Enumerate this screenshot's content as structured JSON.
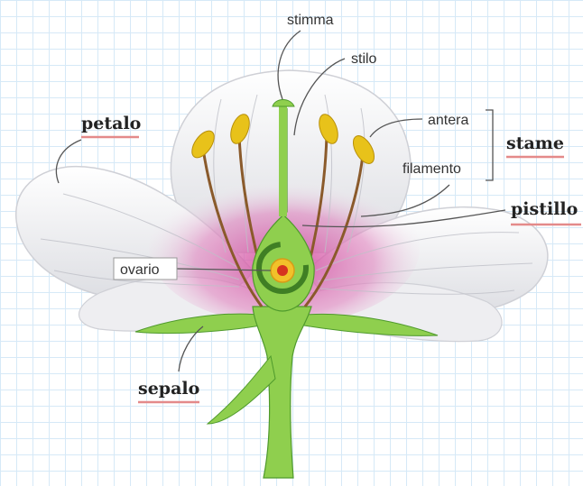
{
  "labels": {
    "stimma": "stimma",
    "stilo": "stilo",
    "petalo": "petalo",
    "antera": "antera",
    "filamento": "filamento",
    "stame": "stame",
    "pistillo": "pistillo",
    "ovario": "ovario",
    "sepalo": "sepalo"
  },
  "colors": {
    "petal": "#f4f4f6",
    "petal_vein": "#bfc0c8",
    "magenta": "#d24fa0",
    "green": "#8fcf4e",
    "dark_green": "#4f9a2c",
    "anther": "#e8c21a",
    "underline": "#e48a8a"
  }
}
